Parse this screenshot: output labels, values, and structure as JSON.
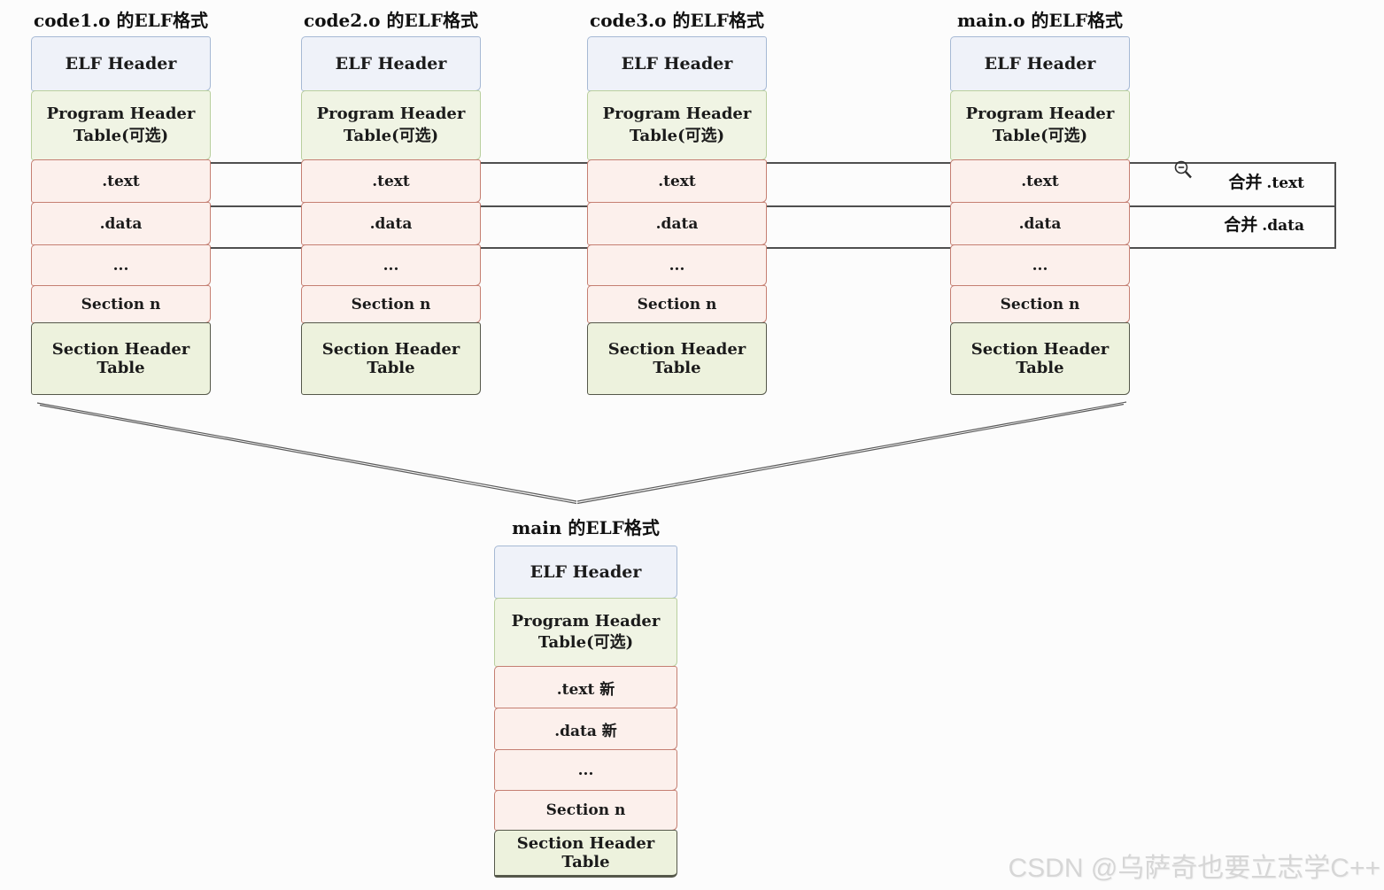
{
  "columns": [
    {
      "title": "code1.o 的ELF格式",
      "rows": [
        "ELF Header",
        "Program Header Table(可选)",
        ".text",
        ".data",
        "...",
        "Section n",
        "Section Header Table"
      ]
    },
    {
      "title": "code2.o 的ELF格式",
      "rows": [
        "ELF Header",
        "Program Header Table(可选)",
        ".text",
        ".data",
        "...",
        "Section n",
        "Section Header Table"
      ]
    },
    {
      "title": "code3.o 的ELF格式",
      "rows": [
        "ELF Header",
        "Program Header Table(可选)",
        ".text",
        ".data",
        "...",
        "Section n",
        "Section Header Table"
      ]
    },
    {
      "title": "main.o 的ELF格式",
      "rows": [
        "ELF Header",
        "Program Header Table(可选)",
        ".text",
        ".data",
        "...",
        "Section n",
        "Section Header Table"
      ]
    }
  ],
  "merged": {
    "title": "main 的ELF格式",
    "rows": [
      "ELF Header",
      "Program Header Table(可选)",
      ".text 新",
      ".data 新",
      "...",
      "Section n",
      "Section Header Table"
    ]
  },
  "merge_bands": [
    {
      "prefix": "合并",
      "target": ".text"
    },
    {
      "prefix": "合并",
      "target": ".data"
    }
  ],
  "cursor": {
    "type": "zoom-out-magnifier"
  },
  "watermark": "CSDN @乌萨奇也要立志学C++",
  "colors": {
    "elf_header_fill": "#eff2f9",
    "elf_header_border": "#a6b9d4",
    "program_header_fill": "#f0f4e4",
    "program_header_border": "#b9cf9e",
    "section_fill": "#fcf0ec",
    "section_border": "#c57f72",
    "section_header_table_fill": "#edf2dd",
    "section_header_table_border": "#55584a",
    "band_line": "#4f4f4f",
    "connector_line": "#5a5a5a"
  }
}
